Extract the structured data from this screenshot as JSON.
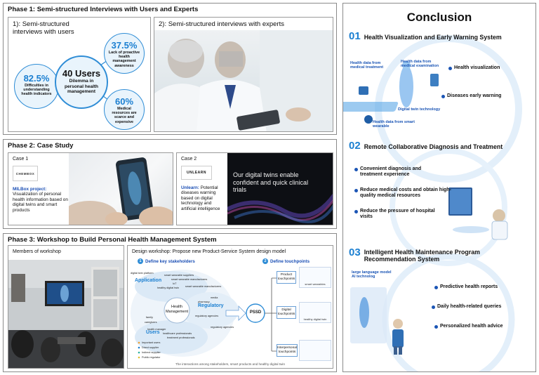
{
  "phase1": {
    "title": "Phase 1: Semi-structured Interviews with Users and Experts",
    "users_title": "1): Semi-structured\ninterviews with users",
    "experts_title": "2): Semi-structured interviews with experts",
    "center": {
      "value": "40 Users",
      "caption": "Dilemma in personal health management"
    },
    "stats": [
      {
        "value": "37.5%",
        "caption": "Lack of proactive health management awareness"
      },
      {
        "value": "82.5%",
        "caption": "Difficulties in understanding health indicators"
      },
      {
        "value": "60%",
        "caption": "Medical resources are scarce and expensive"
      }
    ]
  },
  "phase2": {
    "title": "Phase 2: Case Study",
    "case1": {
      "label": "Case 1",
      "logo": "CHEMBOX",
      "name": "MILBox project:",
      "description": "Visualization of personal health information based on digital twins and smart products"
    },
    "case2": {
      "label": "Case 2",
      "logo": "UNLEARN",
      "name": "Unlearn:",
      "description": "Potential diseases warning based on digital technology and artificial intelligence",
      "banner": "Our digital twins enable confident and quick clinical trials"
    }
  },
  "phase3": {
    "title": "Phase 3: Workshop to Build Personal Health Management System",
    "members_label": "Members of workshop",
    "design_label": "Design workshop: Propose new Product-Service System design model",
    "step1": {
      "n": "1",
      "label": "Define key stakeholders"
    },
    "step2": {
      "n": "2",
      "label": "Define touchpoints"
    },
    "center_label": "Health\nManagement",
    "blobs": {
      "application": "Application",
      "regulatory": "Regulatory",
      "users": "Users"
    },
    "stakeholders": [
      "smart wearable suppliers",
      "digital twin platform",
      "smart wearable manufacturers",
      "IoT",
      "smart wearable manufacturers",
      "healthy digital twin",
      "media",
      "pharmacy",
      "regulatory agencies",
      "family",
      "caregivers",
      "health manager",
      "healthcare professionals",
      "treatment professionals",
      "regulatory agencies"
    ],
    "legend": [
      "Important users",
      "Direct supplier",
      "Indirect supplier",
      "Public regulator"
    ],
    "pssd": "PSSD",
    "touchpoints": [
      {
        "label": "Product touchpoints",
        "row_label": "smart wearables"
      },
      {
        "label": "Digital touchpoints",
        "row_label": "healthy digital twin"
      },
      {
        "label": "Interpersonal touchpoints",
        "row_label": ""
      }
    ],
    "caption": "The interactions among stakeholders, smart products and healthy digital twin"
  },
  "conclusion": {
    "title": "Conclusion",
    "sections": [
      {
        "num": "01",
        "title": "Health Visualization and Early Warning System",
        "bullets": [
          "Health visualization",
          "Diseases early warning"
        ],
        "notes": [
          "Health data from medical treatment",
          "Health data from medical examination",
          "Digital twin technology",
          "Health data from smart wearable"
        ]
      },
      {
        "num": "02",
        "title": "Remote Collaborative Diagnosis and Treatment",
        "bullets": [
          "Convenient diagnosis and treatment experience",
          "Reduce medical costs and obtain high-quality medical resources",
          "Reduce the pressure of hospital visits"
        ]
      },
      {
        "num": "03",
        "title": "Intelligent Health Maintenance Program Recommendation System",
        "bullets": [
          "Predictive health reports",
          "Daily health-related queries",
          "Personalized health advice"
        ],
        "notes": [
          "large language model\nAI technolog"
        ]
      }
    ]
  },
  "colors": {
    "accent": "#1b7fd1",
    "dark_blue": "#1b55b5",
    "border": "#8a8a8a"
  }
}
